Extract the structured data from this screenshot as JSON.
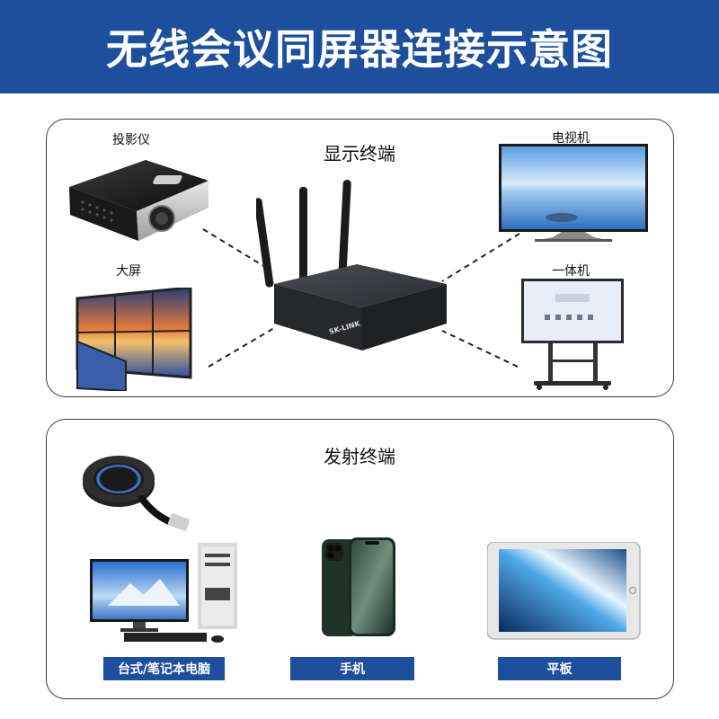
{
  "header": {
    "title": "无线会议同屏器连接示意图"
  },
  "display_section": {
    "title": "显示终端",
    "devices": {
      "projector": "投影仪",
      "big_screen": "大屏",
      "tv": "电视机",
      "all_in_one": "一体机"
    },
    "receiver_brand": "SK-LINK"
  },
  "transmit_section": {
    "title": "发射终端",
    "devices": {
      "desktop_laptop": "台式/笔记本电脑",
      "phone": "手机",
      "tablet": "平板"
    }
  },
  "colors": {
    "brand_blue": "#1d4f9c",
    "panel_border": "#3a3a3a"
  }
}
